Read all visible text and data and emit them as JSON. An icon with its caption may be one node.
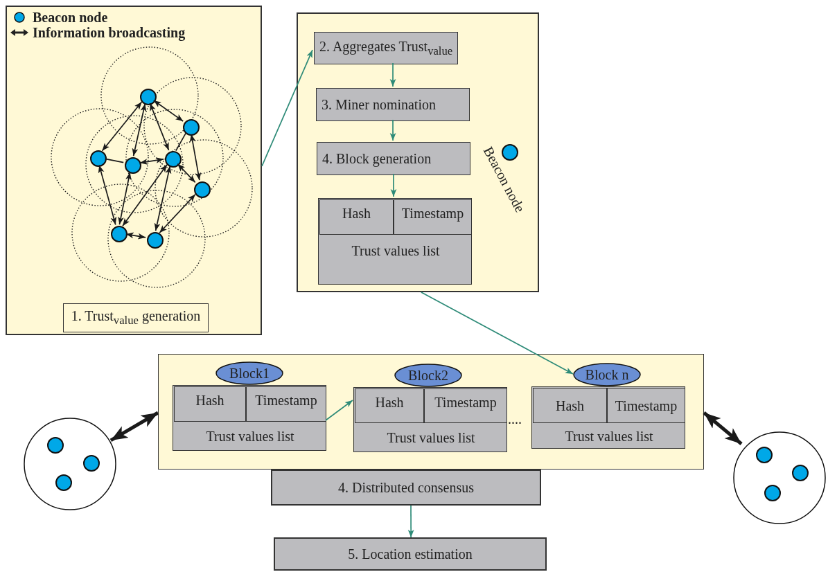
{
  "diagram": {
    "nodes": [
      {
        "text": [],
        "shape": "box"
      },
      {
        "text": [
          "1. Trust$_{value}$ generation"
        ],
        "in": 0
      },
      {
        "text": [],
        "shape": "circle",
        "in": 0
      },
      {
        "text": [],
        "shape": "circle",
        "in": 0
      },
      {
        "text": [],
        "shape": "circle",
        "in": 0
      },
      {
        "text": [],
        "shape": "circle",
        "in": 0
      },
      {
        "text": [],
        "shape": "circle",
        "in": 0
      },
      {
        "text": [],
        "shape": "circle",
        "in": 0
      },
      {
        "text": [],
        "shape": "circle",
        "in": 0
      },
      {
        "text": [],
        "shape": "circle",
        "in": 0
      },
      {
        "text": [],
        "shape": "box"
      },
      {
        "text": [
          "2. Aggregates Trust$_{value}$"
        ],
        "in": 10
      },
      {
        "text": [
          "3. Miner nomination"
        ],
        "in": 10
      },
      {
        "text": [
          "4. Block generation"
        ],
        "in": 10
      },
      {
        "text": [],
        "shape": "box",
        "in": 10
      },
      {
        "text": [
          "Hash"
        ],
        "in": 14
      },
      {
        "text": [
          "Timestamp"
        ],
        "in": 14
      },
      {
        "text": [
          "Trust values list"
        ],
        "in": 14
      },
      {
        "text": [],
        "shape": "circle",
        "in": 10,
        "beside": [
          "Beacon node"
        ]
      },
      {
        "text": [],
        "shape": "box"
      },
      {
        "text": [
          "Block1"
        ],
        "in": 19
      },
      {
        "text": [],
        "shape": "box",
        "in": 19
      },
      {
        "text": [
          "Hash"
        ],
        "in": 21
      },
      {
        "text": [
          "Timestamp"
        ],
        "in": 21
      },
      {
        "text": [
          "Trust values list"
        ],
        "in": 21
      },
      {
        "text": [
          "Block2"
        ],
        "in": 19
      },
      {
        "text": [],
        "shape": "box",
        "in": 19
      },
      {
        "text": [
          "Hash"
        ],
        "in": 26
      },
      {
        "text": [
          "Timestamp"
        ],
        "in": 26
      },
      {
        "text": [
          "Trust values list"
        ],
        "in": 26
      },
      {
        "text": [
          "Block n"
        ],
        "in": 19
      },
      {
        "text": [],
        "shape": "box",
        "in": 19
      },
      {
        "text": [
          "Hash"
        ],
        "in": 31
      },
      {
        "text": [
          "Timestamp"
        ],
        "in": 31
      },
      {
        "text": [
          "Trust values list"
        ],
        "in": 31
      },
      {
        "text": [],
        "shape": "circle"
      },
      {
        "text": [],
        "shape": "circle",
        "in": 35
      },
      {
        "text": [],
        "shape": "circle",
        "in": 35
      },
      {
        "text": [],
        "shape": "circle",
        "in": 35
      },
      {
        "text": [],
        "shape": "circle"
      },
      {
        "text": [],
        "shape": "circle",
        "in": 39
      },
      {
        "text": [],
        "shape": "circle",
        "in": 39
      },
      {
        "text": [],
        "shape": "circle",
        "in": 39
      },
      {
        "text": [
          "4. Distributed consensus"
        ]
      },
      {
        "text": [
          "5. Location estimation"
        ]
      }
    ],
    "edges": [
      {
        "from": 2,
        "to": 3,
        "arrow": "both"
      },
      {
        "from": 2,
        "to": 4,
        "arrow": "both"
      },
      {
        "from": 2,
        "to": 5,
        "arrow": "both"
      },
      {
        "from": 2,
        "to": 6,
        "arrow": "both"
      },
      {
        "from": 3,
        "to": 7,
        "arrow": "both"
      },
      {
        "from": 3,
        "to": 6,
        "arrow": "none"
      },
      {
        "from": 4,
        "to": 5,
        "arrow": "none"
      },
      {
        "from": 5,
        "to": 6,
        "arrow": "both"
      },
      {
        "from": 6,
        "to": 7,
        "arrow": "both"
      },
      {
        "from": 4,
        "to": 8,
        "arrow": "both"
      },
      {
        "from": 5,
        "to": 8,
        "arrow": "both"
      },
      {
        "from": 6,
        "to": 8,
        "arrow": "both"
      },
      {
        "from": 6,
        "to": 9,
        "arrow": "both"
      },
      {
        "from": 7,
        "to": 9,
        "arrow": "both"
      },
      {
        "from": 8,
        "to": 9,
        "arrow": "both"
      },
      {
        "from": 0,
        "to": 11,
        "arrow": "to",
        "color": "#2e8b78"
      },
      {
        "from": 11,
        "to": 12,
        "arrow": "to",
        "color": "#2e8b78"
      },
      {
        "from": 12,
        "to": 13,
        "arrow": "to",
        "color": "#2e8b78"
      },
      {
        "from": 13,
        "to": 14,
        "arrow": "to",
        "color": "#2e8b78"
      },
      {
        "from": 10,
        "to": 30,
        "arrow": "to",
        "color": "#2e8b78"
      },
      {
        "from": 21,
        "to": 26,
        "arrow": "to",
        "color": "#2e8b78"
      },
      {
        "from": 35,
        "to": 19,
        "arrow": "both",
        "style": "thick"
      },
      {
        "from": 19,
        "to": 39,
        "arrow": "both",
        "style": "thick"
      },
      {
        "from": 43,
        "to": 44,
        "arrow": "to",
        "color": "#2e8b78"
      }
    ],
    "labels": [
      "...."
    ],
    "legend": [
      {
        "text": "Beacon node",
        "color": "#00a8e8"
      },
      {
        "text": "Information broadcasting"
      }
    ]
  }
}
